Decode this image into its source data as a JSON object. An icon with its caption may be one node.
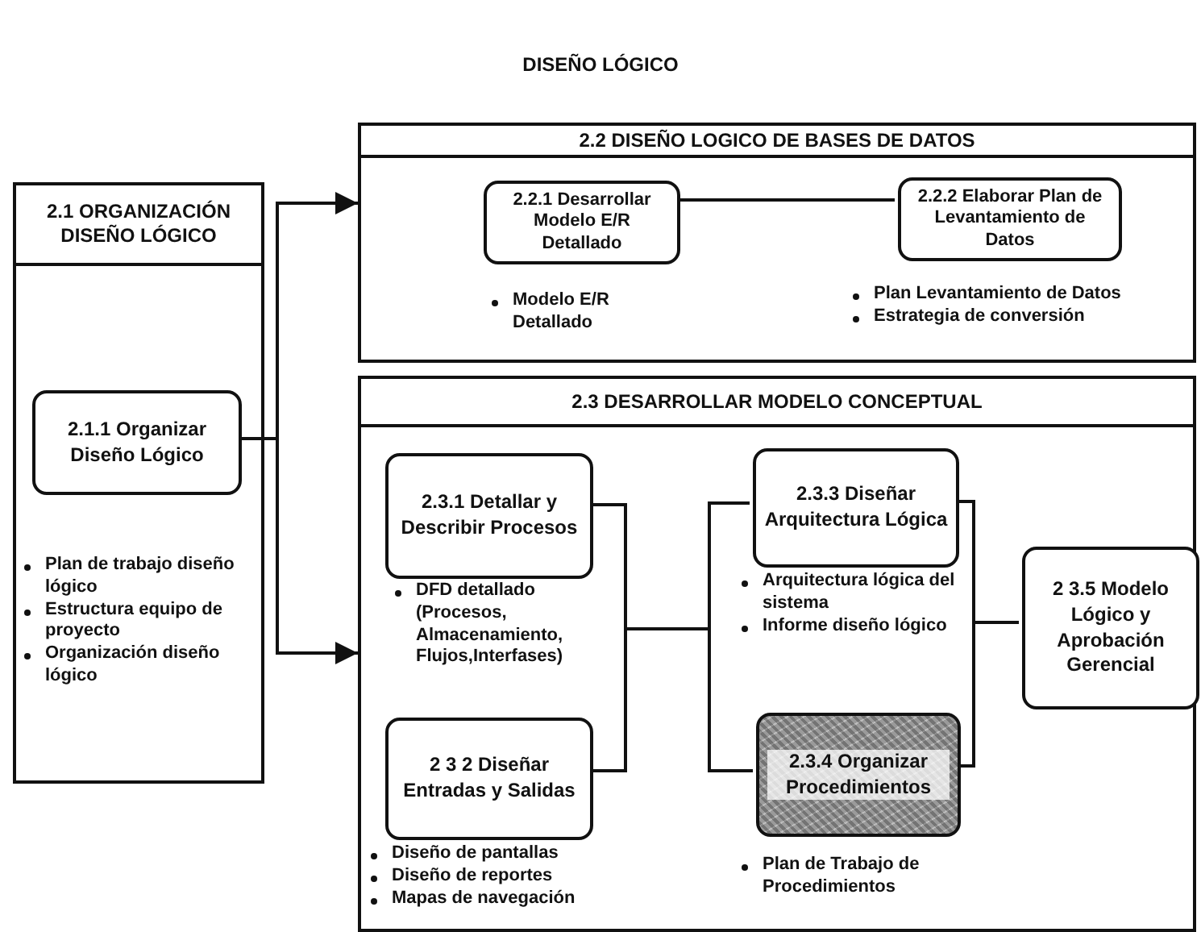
{
  "diagram": {
    "title": "DISEÑO LÓGICO",
    "nodes": [
      {
        "text": [
          "2.1 ORGANIZACIÓN DISEÑO LÓGICO"
        ]
      },
      {
        "text": [
          "2.1.1 Organizar Diseño Lógico"
        ],
        "in": 0,
        "beside": [
          "Plan de trabajo diseño lógico",
          "Estructura equipo de proyecto",
          "Organización diseño lógico"
        ]
      },
      {
        "text": [
          "2.2 DISEÑO LOGICO DE BASES DE DATOS"
        ]
      },
      {
        "text": [
          "2.2.1 Desarrollar Modelo E/R Detallado"
        ],
        "in": 2,
        "beside": [
          "Modelo E/R Detallado"
        ]
      },
      {
        "text": [
          "2.2.2 Elaborar Plan de Levantamiento de Datos"
        ],
        "in": 2,
        "beside": [
          "Plan Levantamiento de Datos",
          "Estrategia de conversión"
        ]
      },
      {
        "text": [
          "2.3 DESARROLLAR MODELO CONCEPTUAL"
        ]
      },
      {
        "text": [
          "2.3.1 Detallar y Describir Procesos"
        ],
        "in": 5,
        "beside": [
          "DFD detallado (Procesos, Almacenamiento, Flujos,Interfases)"
        ]
      },
      {
        "text": [
          "2 3 2 Diseñar Entradas y Salidas"
        ],
        "in": 5,
        "beside": [
          "Diseño de pantallas",
          "Diseño de reportes",
          "Mapas de navegación"
        ]
      },
      {
        "text": [
          "2.3.3 Diseñar Arquitectura Lógica"
        ],
        "in": 5,
        "beside": [
          "Arquitectura lógica del sistema",
          "Informe diseño lógico"
        ]
      },
      {
        "text": [
          "2.3.4 Organizar Procedimientos"
        ],
        "in": 5,
        "beside": [
          "Plan de Trabajo de Procedimientos"
        ]
      },
      {
        "text": [
          "2 3.5 Modelo Lógico y Aprobación Gerencial"
        ],
        "in": 5
      }
    ],
    "edges": [
      {
        "from": 1,
        "to": 2,
        "arrow": "to"
      },
      {
        "from": 1,
        "to": 5,
        "arrow": "to"
      },
      {
        "from": 3,
        "to": 4,
        "arrow": "none"
      },
      {
        "from": 6,
        "to": 8,
        "arrow": "none"
      },
      {
        "from": 6,
        "to": 9,
        "arrow": "none"
      },
      {
        "from": 7,
        "to": 8,
        "arrow": "none"
      },
      {
        "from": 7,
        "to": 9,
        "arrow": "none"
      },
      {
        "from": 8,
        "to": 10,
        "arrow": "none"
      },
      {
        "from": 9,
        "to": 10,
        "arrow": "none"
      }
    ]
  }
}
